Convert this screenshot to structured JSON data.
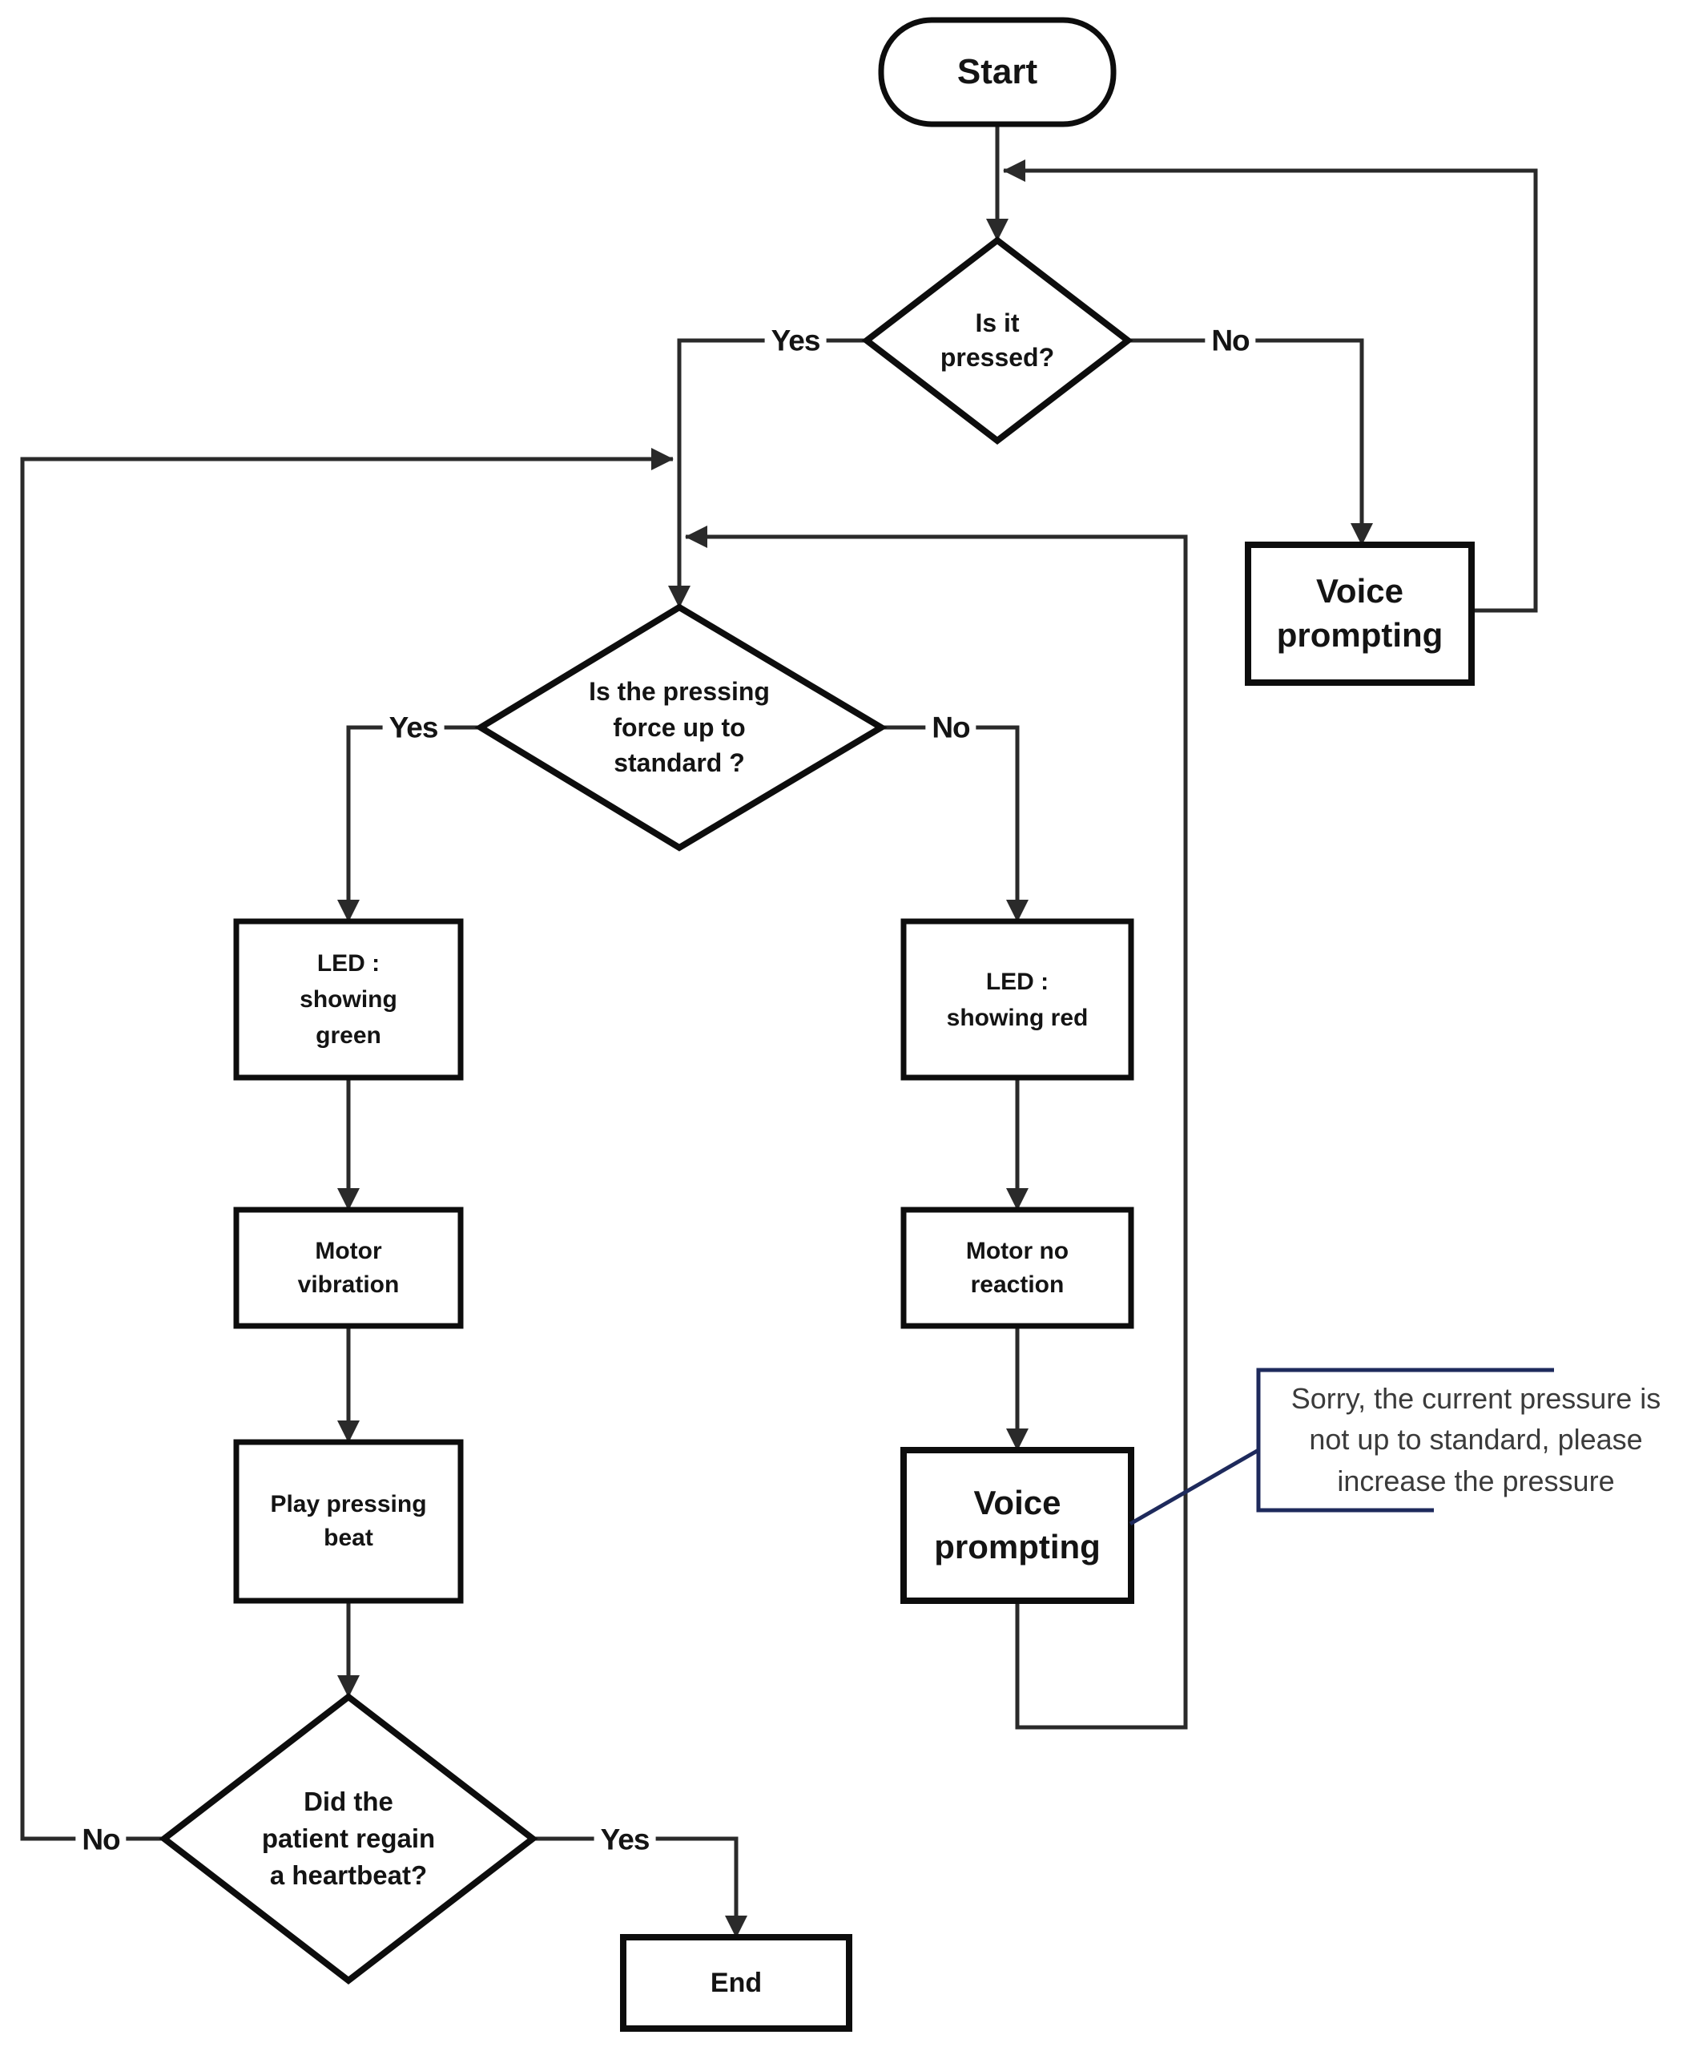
{
  "diagram": {
    "nodes": {
      "start": {
        "label": "Start"
      },
      "is_it_pressed": {
        "label": "Is it\npressed?"
      },
      "voice_prompting_top": {
        "label": "Voice\nprompting"
      },
      "pressing_force": {
        "label": "Is the pressing\nforce up to\nstandard ?"
      },
      "led_green": {
        "label": "LED :\nshowing\ngreen"
      },
      "led_red": {
        "label": "LED :\nshowing red"
      },
      "motor_vibration": {
        "label": "Motor\nvibration"
      },
      "motor_no_reaction": {
        "label": "Motor no\nreaction"
      },
      "play_pressing_beat": {
        "label": "Play pressing\nbeat"
      },
      "voice_prompting_bottom": {
        "label": "Voice\nprompting"
      },
      "regain_heartbeat": {
        "label": "Did the\npatient regain\na heartbeat?"
      },
      "end": {
        "label": "End"
      }
    },
    "edge_labels": {
      "is_it_pressed_yes": "Yes",
      "is_it_pressed_no": "No",
      "pressing_force_yes": "Yes",
      "pressing_force_no": "No",
      "regain_heartbeat_no": "No",
      "regain_heartbeat_yes": "Yes"
    },
    "callout": {
      "text": "Sorry, the current pressure is\nnot up to standard, please\nincrease the pressure"
    },
    "colors": {
      "background": "#ffffff",
      "node_border": "#0d0d0d",
      "connector": "#2a2a2a",
      "label_text": "#141414",
      "callout_border": "#1e2a5c",
      "callout_text": "#3b3b3b"
    }
  }
}
